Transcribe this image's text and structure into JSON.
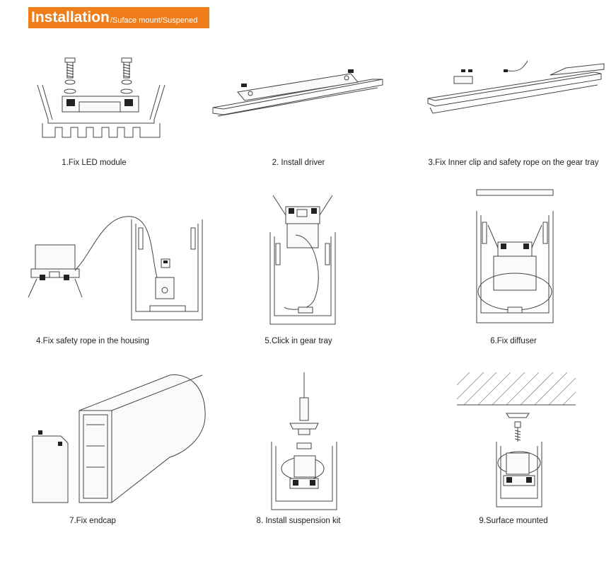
{
  "header": {
    "title": "Installation",
    "subtitle": "/Suface mount/Suspened",
    "color": "#ef7d1a"
  },
  "steps": [
    {
      "caption": "1.Fix LED module"
    },
    {
      "caption": "2. Install driver"
    },
    {
      "caption": "3.Fix Inner clip and safety rope on the gear tray"
    },
    {
      "caption": "4.Fix safety rope in the housing"
    },
    {
      "caption": "5.Click in gear tray"
    },
    {
      "caption": "6.Fix diffuser"
    },
    {
      "caption": "7.Fix endcap"
    },
    {
      "caption": "8. Install suspension kit"
    },
    {
      "caption": "9.Surface mounted"
    }
  ]
}
